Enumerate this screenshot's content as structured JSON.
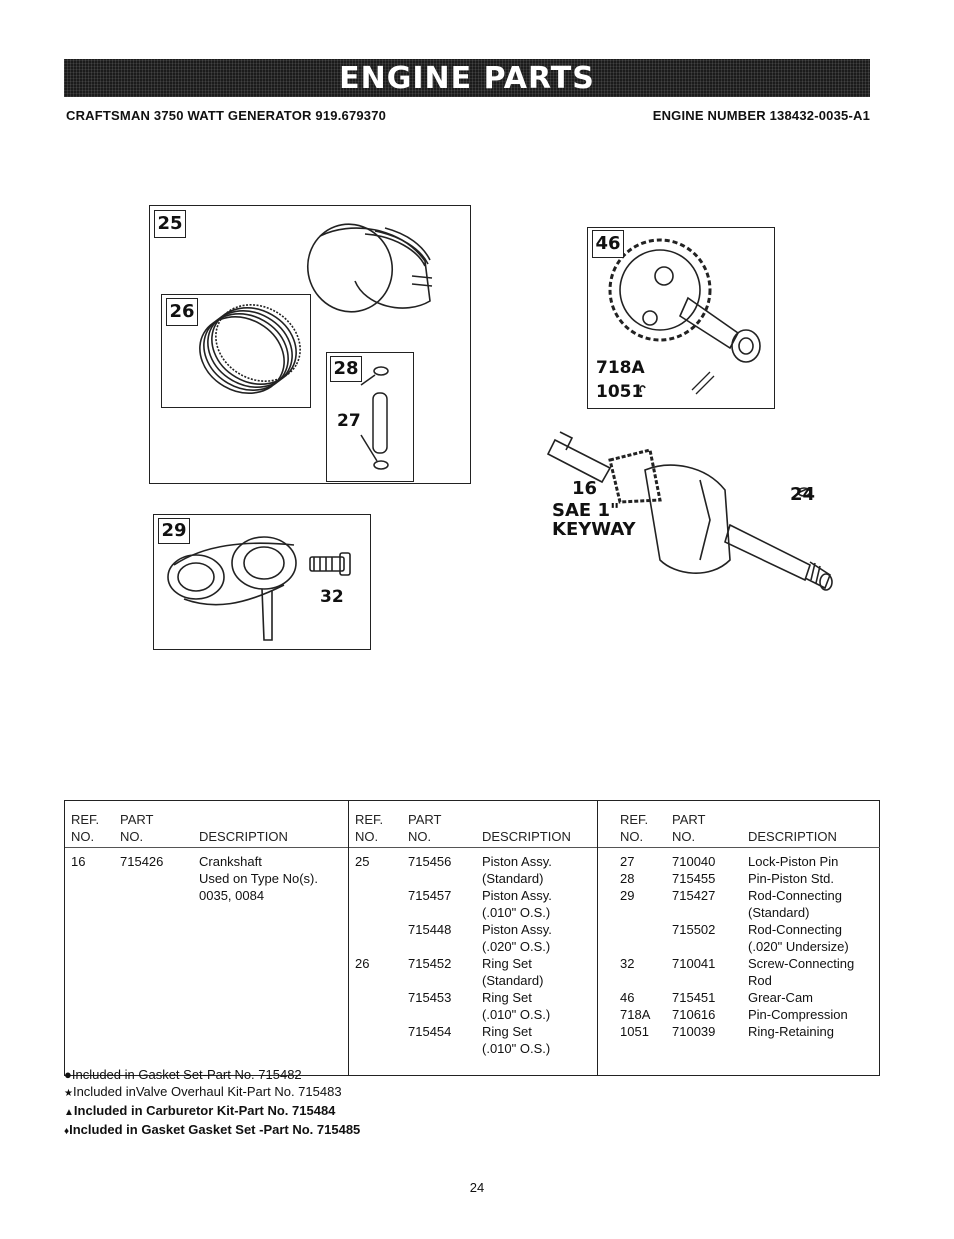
{
  "banner": {
    "title": "ENGINE PARTS"
  },
  "header": {
    "model": "CRAFTSMAN 3750 WATT GENERATOR 919.679370",
    "engine": "ENGINE NUMBER 138432-0035-A1"
  },
  "diagram_labels": {
    "box_piston": "25",
    "box_rings": "26",
    "box_pin": "28",
    "pin_label": "27",
    "box_rod": "29",
    "bolt_label": "32",
    "box_cam": "46",
    "key_label": "718A",
    "ring_label": "1051",
    "crank_label": "16",
    "sae_line1": "SAE 1\"",
    "sae_line2": "KEYWAY",
    "plug_label": "24"
  },
  "table": {
    "header_ref": [
      "REF.",
      "NO."
    ],
    "header_part": [
      "PART",
      "NO."
    ],
    "header_desc": "DESCRIPTION",
    "columns": [
      {
        "rows": [
          [
            "16",
            "715426",
            "Crankshaft"
          ],
          [
            "",
            "",
            "Used on Type No(s)."
          ],
          [
            "",
            "",
            "0035, 0084"
          ]
        ]
      },
      {
        "rows": [
          [
            "25",
            "715456",
            "Piston Assy."
          ],
          [
            "",
            "",
            "(Standard)"
          ],
          [
            "",
            "715457",
            "Piston Assy."
          ],
          [
            "",
            "",
            "(.010\" O.S.)"
          ],
          [
            "",
            "715448",
            "Piston Assy."
          ],
          [
            "",
            "",
            "(.020\" O.S.)"
          ],
          [
            "26",
            "715452",
            "Ring Set"
          ],
          [
            "",
            "",
            "(Standard)"
          ],
          [
            "",
            "715453",
            "Ring Set"
          ],
          [
            "",
            "",
            "(.010\" O.S.)"
          ],
          [
            "",
            "715454",
            "Ring Set"
          ],
          [
            "",
            "",
            "(.010\" O.S.)"
          ]
        ]
      },
      {
        "rows": [
          [
            "27",
            "710040",
            "Lock-Piston Pin"
          ],
          [
            "28",
            "715455",
            "Pin-Piston Std."
          ],
          [
            "29",
            "715427",
            "Rod-Connecting"
          ],
          [
            "",
            "",
            "(Standard)"
          ],
          [
            "",
            "715502",
            "Rod-Connecting"
          ],
          [
            "",
            "",
            "(.020\" Undersize)"
          ],
          [
            "32",
            "710041",
            "Screw-Connecting"
          ],
          [
            "",
            "",
            "Rod"
          ],
          [
            "46",
            "715451",
            "Grear-Cam"
          ],
          [
            "718A",
            "710616",
            "Pin-Compression"
          ],
          [
            "1051",
            "710039",
            "Ring-Retaining"
          ]
        ]
      }
    ]
  },
  "notes": [
    {
      "symbol": "●",
      "text": "Included in Gasket Set-Part No. 715482",
      "bold": false
    },
    {
      "symbol": "★",
      "text": "Included inValve Overhaul Kit-Part No. 715483",
      "bold": false
    },
    {
      "symbol": "▲",
      "text": "Included in Carburetor Kit-Part No. 715484",
      "bold": true
    },
    {
      "symbol": "♦",
      "text": "Included in Gasket Gasket Set -Part No. 715485",
      "bold": true
    }
  ],
  "page_number": "24"
}
